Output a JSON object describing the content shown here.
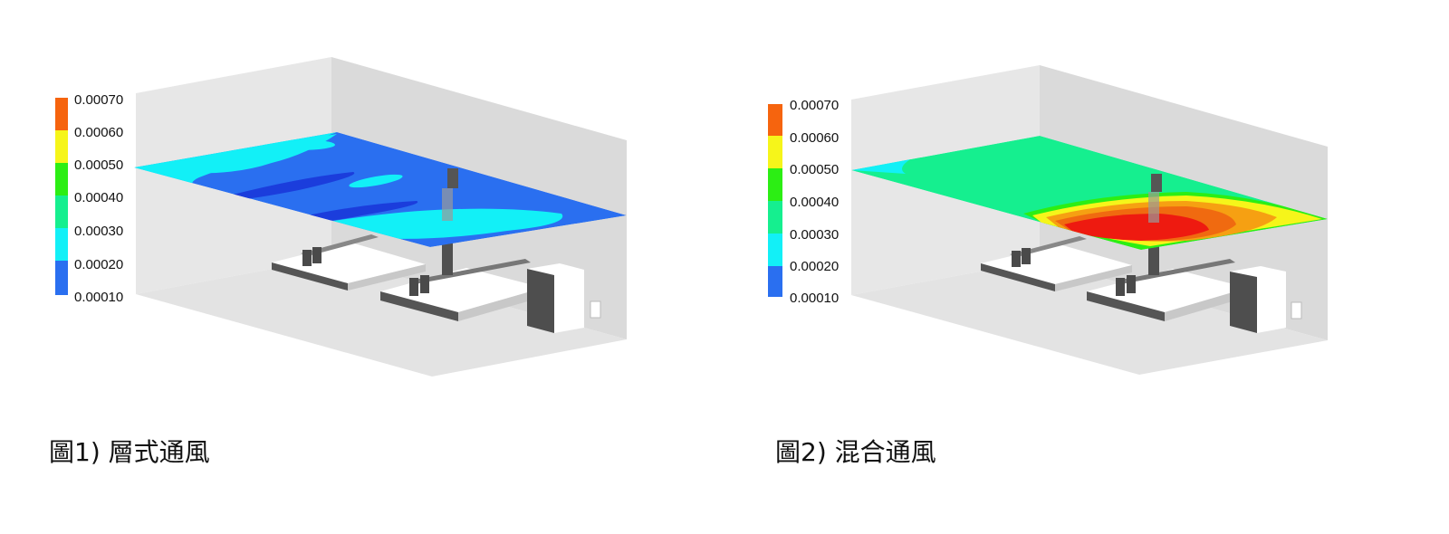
{
  "colors": {
    "wall_back": "#e7e7e7",
    "wall_right": "#dcdcdc",
    "floor": "#e4e4e4",
    "machine_top": "#ffffff",
    "machine_dark": "#505050",
    "scale_bands": [
      "#2a6ff0",
      "#12f0f7",
      "#15ef8f",
      "#2cee14",
      "#f6f51a",
      "#f6640e"
    ]
  },
  "panels": [
    {
      "id": "displacement",
      "legend_ticks": [
        "0.00070",
        "0.00060",
        "0.00050",
        "0.00040",
        "0.00030",
        "0.00020",
        "0.00010"
      ],
      "caption": "圖1) 層式通風"
    },
    {
      "id": "mixing",
      "legend_ticks": [
        "0.00070",
        "0.00060",
        "0.00050",
        "0.00040",
        "0.00030",
        "0.00020",
        "0.00010"
      ],
      "caption": "圖2) 混合通風"
    }
  ]
}
